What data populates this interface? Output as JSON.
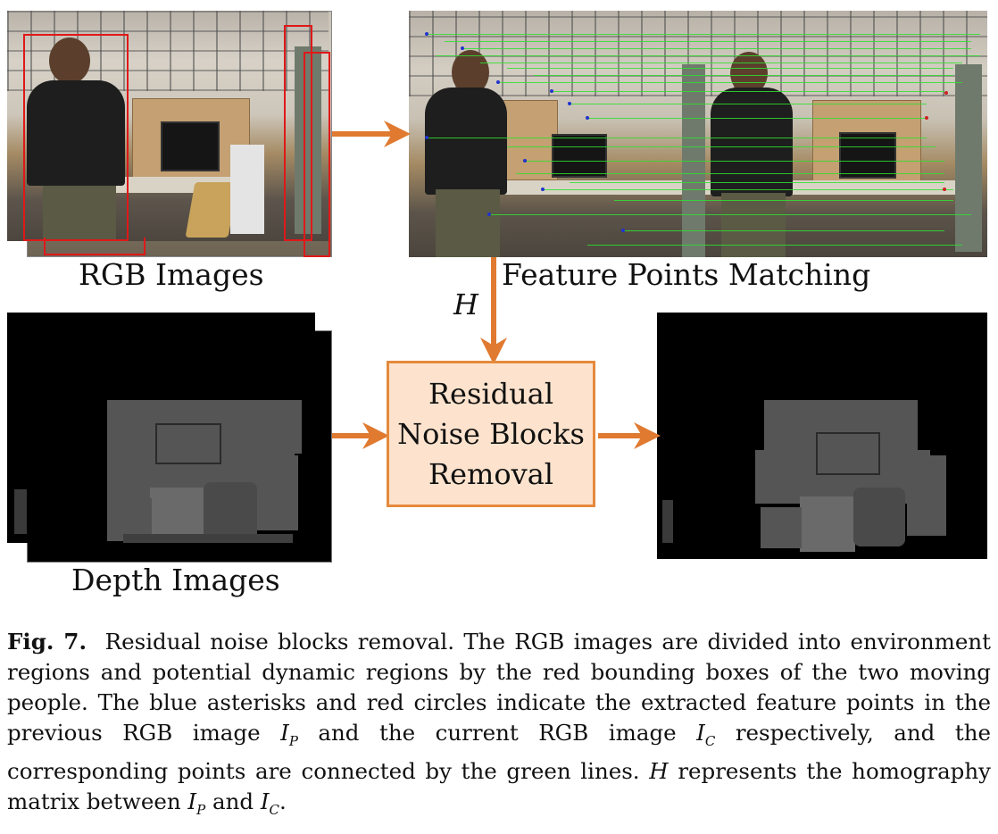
{
  "figure": {
    "labels": {
      "rgb": "RGB Images",
      "matching": "Feature Points Matching",
      "depth": "Depth Images",
      "homography": "H"
    },
    "process_box": {
      "line1": "Residual",
      "line2": "Noise Blocks",
      "line3": "Removal"
    },
    "colors": {
      "arrow": "#e07a30",
      "box_fill": "#fde3cd",
      "box_border": "#e58a3c",
      "bounding_box": "#e01818",
      "match_lines": "#2fe02f",
      "feature_points": "#2233cc"
    }
  },
  "caption": {
    "label": "Fig. 7.",
    "text_1": "Residual noise blocks removal. The RGB images are divided into environment regions and potential dynamic regions by the red bounding boxes of the two moving people. The blue asterisks and red circles indicate the extracted feature points in the previous RGB image ",
    "ip_base": "I",
    "ip_sub": "P",
    "text_2": " and the current RGB image ",
    "ic_base": "I",
    "ic_sub": "C",
    "text_3": " respectively, and the corresponding points are connected by the green lines. ",
    "h": "H",
    "text_4": " represents the homography matrix between ",
    "ip2_base": "I",
    "ip2_sub": "P",
    "text_5": " and ",
    "ic2_base": "I",
    "ic2_sub": "C",
    "text_6": "."
  }
}
